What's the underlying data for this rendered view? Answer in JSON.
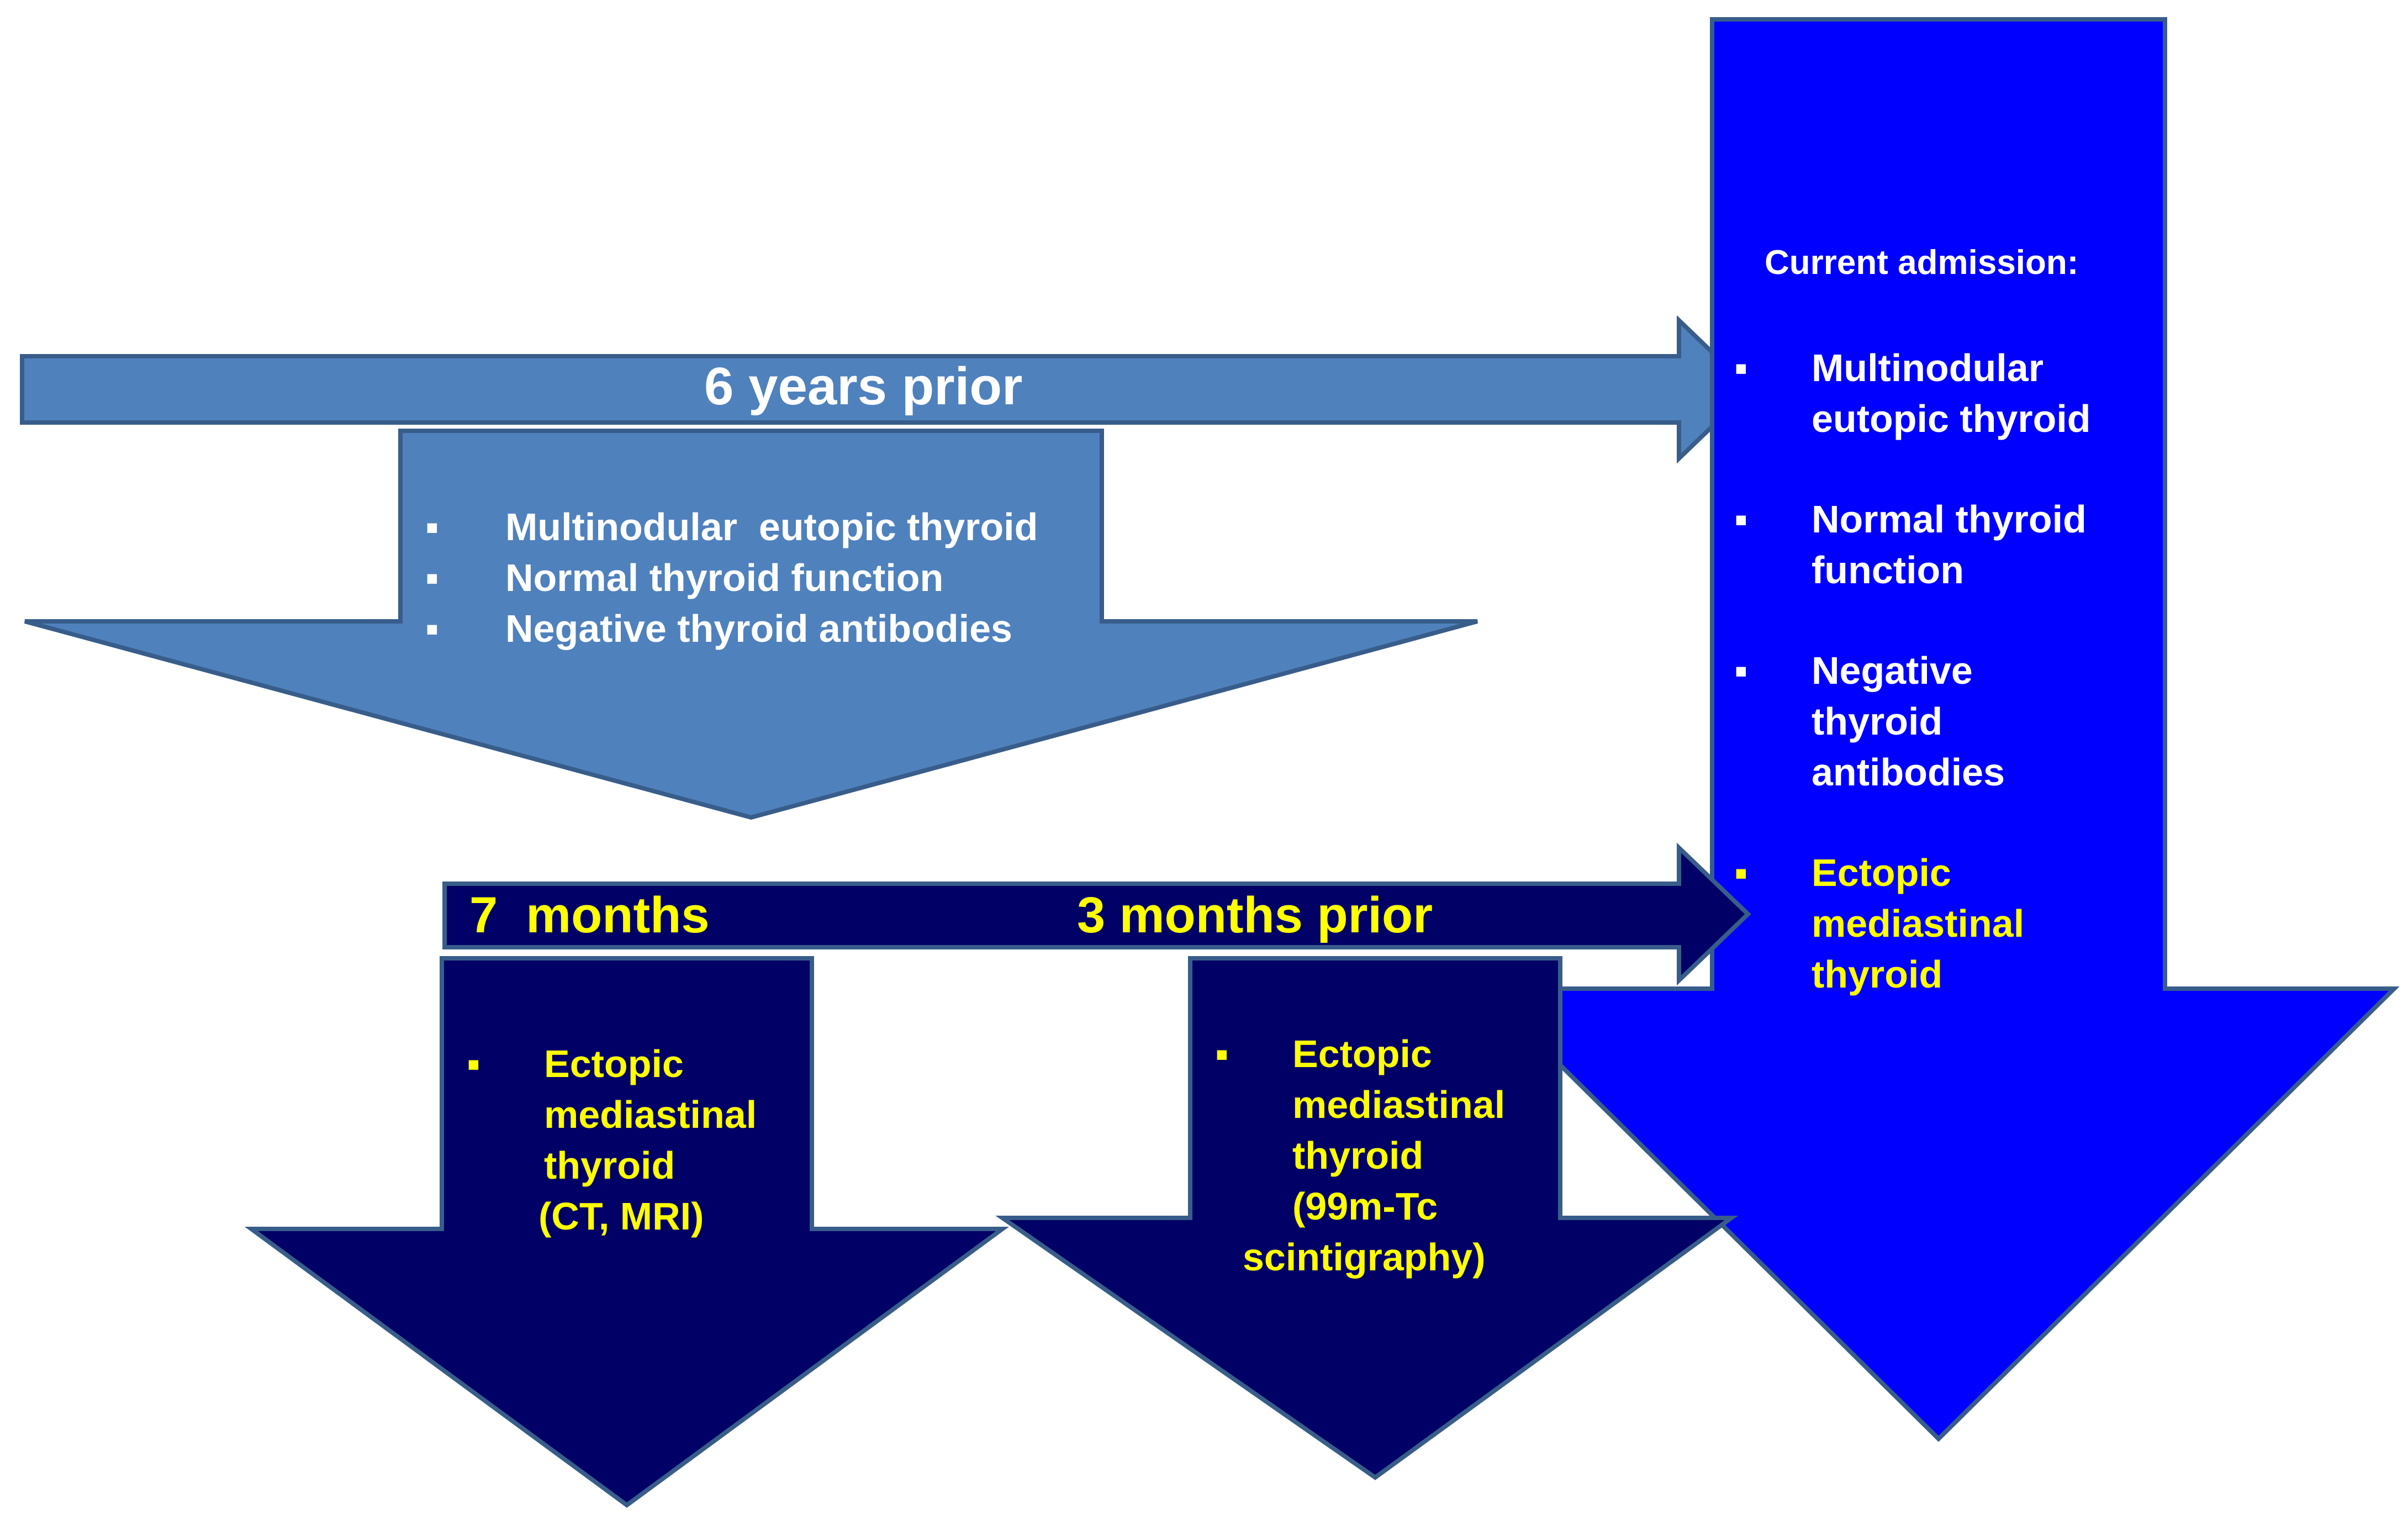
{
  "colors": {
    "steel_blue": "#4f81bd",
    "navy": "#000066",
    "bright_blue": "#0000ff",
    "white_text": "#ffffff",
    "yellow_text": "#ffff00",
    "outline": "#385d8a"
  },
  "bullet_glyph": "▪",
  "timeline_1": {
    "label": "6 years prior"
  },
  "timeline_2": {
    "label_left": "7  months",
    "label_right": "3 months prior"
  },
  "box_6_years": {
    "items": [
      "Multinodular  eutopic thyroid",
      "Normal thyroid function",
      "Negative thyroid antibodies"
    ]
  },
  "box_7_months": {
    "item_lines": [
      "Ectopic",
      "mediastinal",
      "thyroid"
    ],
    "modality": "(CT, MRI)"
  },
  "box_3_months": {
    "item_lines": [
      "Ectopic",
      "mediastinal",
      "thyroid",
      "(99m-Tc",
      "scintigraphy)"
    ]
  },
  "box_current": {
    "title": "Current admission:",
    "items": [
      {
        "lines": [
          "Multinodular",
          "eutopic thyroid"
        ],
        "highlight": false
      },
      {
        "lines": [
          "Normal thyroid",
          "function"
        ],
        "highlight": false
      },
      {
        "lines": [
          "Negative",
          "thyroid",
          "antibodies"
        ],
        "highlight": false
      },
      {
        "lines": [
          "Ectopic",
          "mediastinal",
          "thyroid"
        ],
        "highlight": true
      }
    ]
  }
}
